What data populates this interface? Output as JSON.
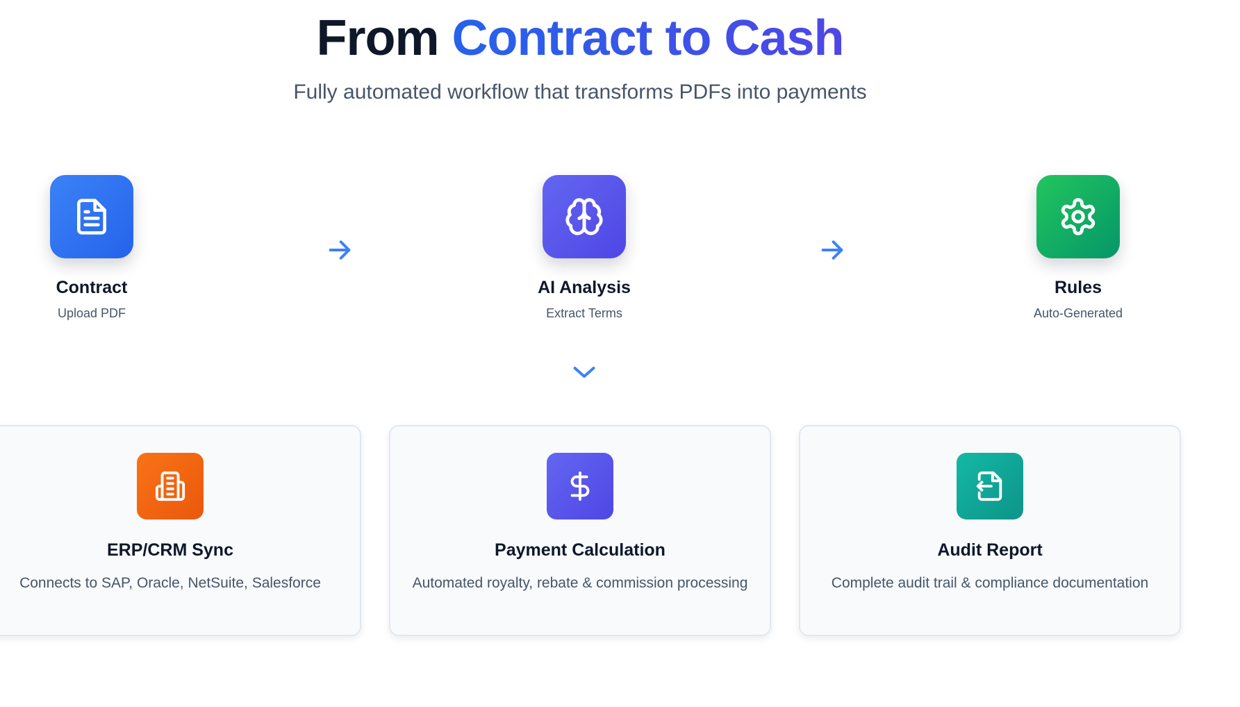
{
  "header": {
    "title_prefix": "From",
    "title_accent": "Contract to Cash",
    "subtitle": "Fully automated workflow that transforms PDFs into payments"
  },
  "steps": [
    {
      "name": "Contract",
      "sub": "Upload PDF",
      "icon": "document-icon",
      "color": "#2563eb"
    },
    {
      "name": "AI Analysis",
      "sub": "Extract Terms",
      "icon": "brain-icon",
      "color": "#4f46e5"
    },
    {
      "name": "Rules",
      "sub": "Auto-Generated",
      "icon": "gear-icon",
      "color": "#16a34a"
    }
  ],
  "cards": [
    {
      "name": "ERP/CRM Sync",
      "desc": "Connects to SAP, Oracle, NetSuite, Salesforce",
      "icon": "building-icon",
      "color": "#ea580c"
    },
    {
      "name": "Payment Calculation",
      "desc": "Automated royalty, rebate & commission processing",
      "icon": "dollar-icon",
      "color": "#4f46e5"
    },
    {
      "name": "Audit Report",
      "desc": "Complete audit trail & compliance documentation",
      "icon": "file-export-icon",
      "color": "#0d9488"
    }
  ],
  "colors": {
    "accent": "#2563eb",
    "arrow": "#3b82f6",
    "text": "#0f172a",
    "muted": "#475569"
  }
}
